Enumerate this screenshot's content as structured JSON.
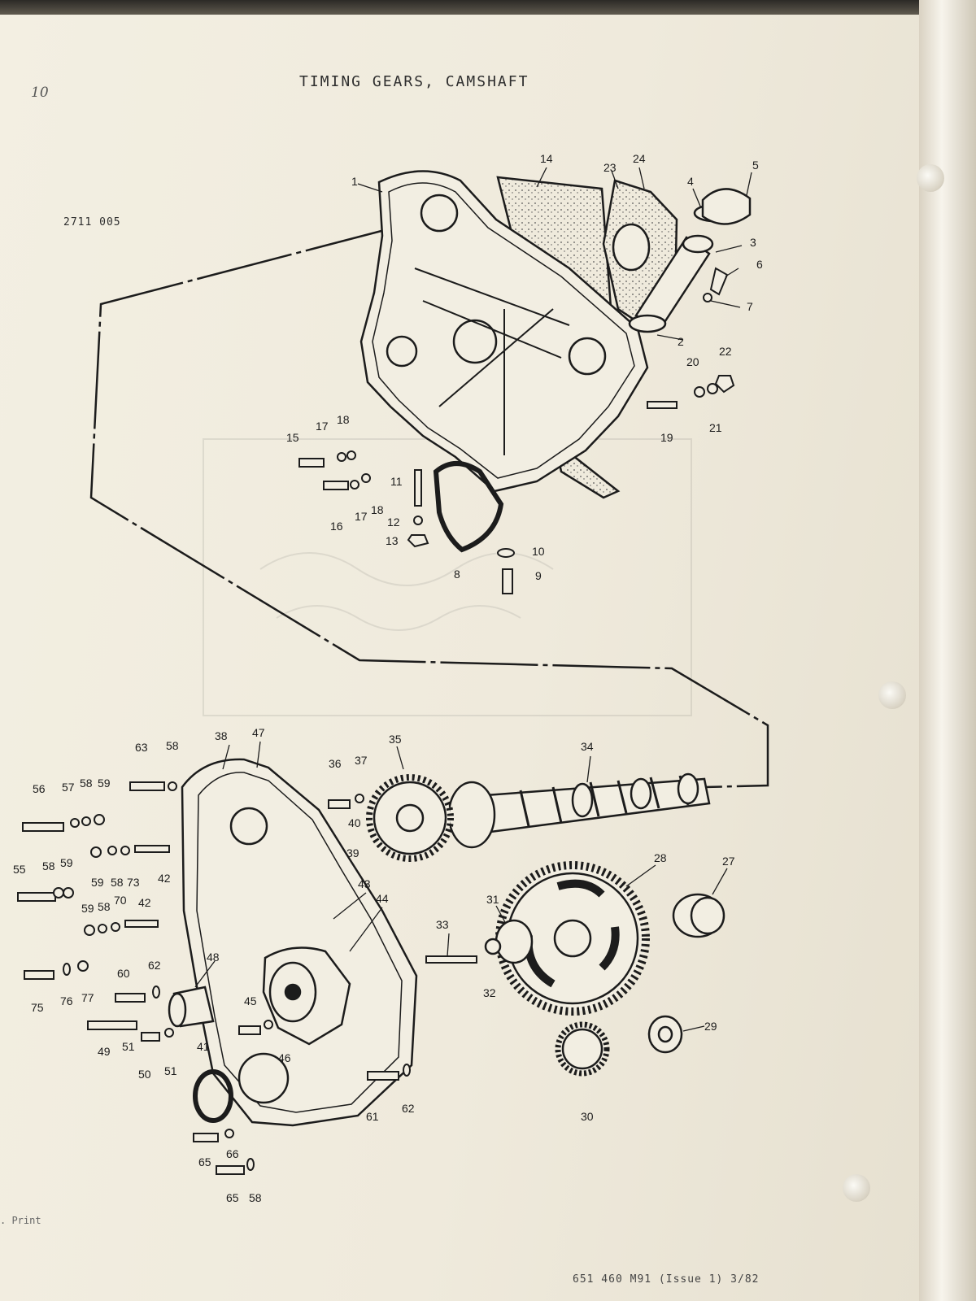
{
  "page": {
    "page_number": "10",
    "title": "TIMING GEARS, CAMSHAFT",
    "figure_ref": "2711 005",
    "footer_left": ". Print",
    "footer_right": "651 460 M91 (Issue 1) 3/82"
  },
  "callouts": {
    "1": "1",
    "2": "2",
    "3": "3",
    "4": "4",
    "5": "5",
    "6": "6",
    "7": "7",
    "8": "8",
    "9": "9",
    "10": "10",
    "11": "11",
    "12": "12",
    "13": "13",
    "14": "14",
    "15": "15",
    "16": "16",
    "17a": "17",
    "17b": "17",
    "18a": "18",
    "18b": "18",
    "19": "19",
    "20": "20",
    "21": "21",
    "22": "22",
    "23": "23",
    "24": "24",
    "27": "27",
    "28": "28",
    "29": "29",
    "30": "30",
    "31": "31",
    "32": "32",
    "33": "33",
    "34": "34",
    "35": "35",
    "36": "36",
    "37": "37",
    "38": "38",
    "39": "39",
    "40": "40",
    "41": "41",
    "42a": "42",
    "42b": "42",
    "43": "43",
    "44": "44",
    "45": "45",
    "46": "46",
    "47": "47",
    "48": "48",
    "49": "49",
    "50": "50",
    "51a": "51",
    "51b": "51",
    "55": "55",
    "56": "56",
    "57": "57",
    "58a": "58",
    "58b": "58",
    "58c": "58",
    "58d": "58",
    "58e": "58",
    "58f": "58",
    "59a": "59",
    "59b": "59",
    "59c": "59",
    "59d": "59",
    "60": "60",
    "61": "61",
    "62a": "62",
    "62b": "62",
    "63": "63",
    "65a": "65",
    "65b": "65",
    "66": "66",
    "70": "70",
    "73": "73",
    "75": "75",
    "76": "76",
    "77": "77"
  },
  "colors": {
    "paper": "#efeadc",
    "ink": "#1c1c1c",
    "shade": "#6a6a6a"
  }
}
